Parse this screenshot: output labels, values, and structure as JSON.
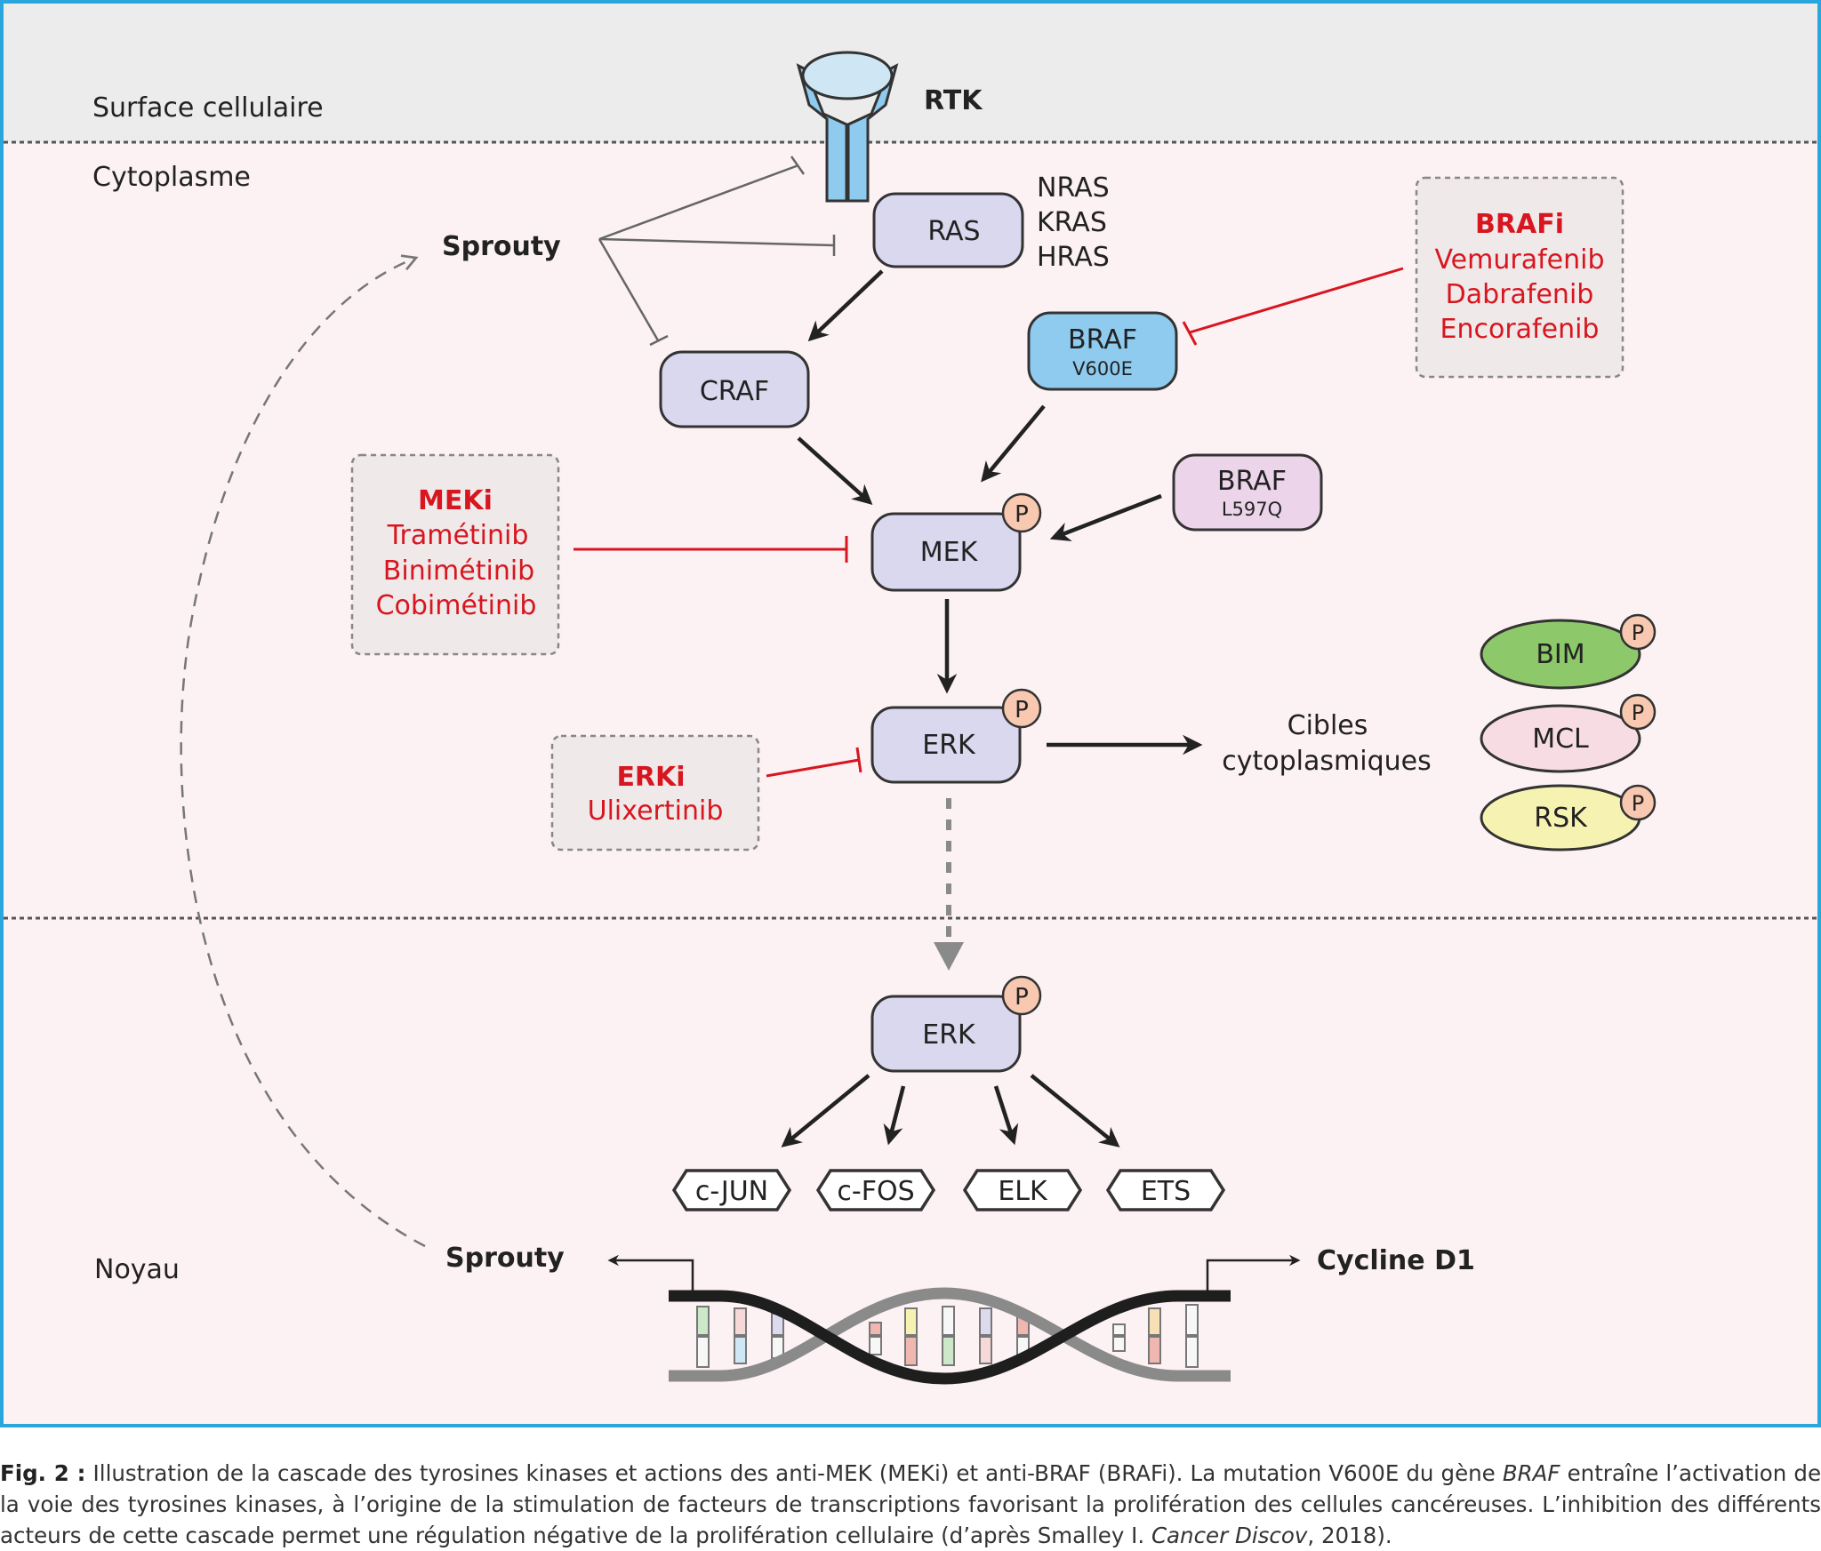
{
  "regions": {
    "surface": "Surface cellulaire",
    "cytoplasm": "Cytoplasme",
    "nucleus": "Noyau"
  },
  "receptor": {
    "label": "RTK"
  },
  "ras": {
    "label": "RAS",
    "isoforms": [
      "NRAS",
      "KRAS",
      "HRAS"
    ]
  },
  "sprouty_top": "Sprouty",
  "sprouty_bottom": "Sprouty",
  "craf": "CRAF",
  "braf_v600e": {
    "name": "BRAF",
    "mutation": "V600E"
  },
  "braf_l597q": {
    "name": "BRAF",
    "mutation": "L597Q"
  },
  "mek": "MEK",
  "erk_cyto": "ERK",
  "erk_nucleus": "ERK",
  "phospho": "P",
  "braf_inhibitors": {
    "title": "BRAFi",
    "drugs": [
      "Vemurafenib",
      "Dabrafenib",
      "Encorafenib"
    ]
  },
  "mek_inhibitors": {
    "title": "MEKi",
    "drugs": [
      "Tramétinib",
      "Binimétinib",
      "Cobimétinib"
    ]
  },
  "erk_inhibitors": {
    "title": "ERKi",
    "drugs": [
      "Ulixertinib"
    ]
  },
  "cytoplasmic_targets": {
    "line1": "Cibles",
    "line2": "cytoplasmiques"
  },
  "targets": [
    "BIM",
    "MCL",
    "RSK"
  ],
  "transcription_factors": [
    "c-JUN",
    "c-FOS",
    "ELK",
    "ETS"
  ],
  "cyclin": "Cycline D1",
  "colors": {
    "inhibitor_red": "#d7161f",
    "kinase_fill": "#d9d8ef",
    "braf_v600e_fill": "#8ecbef",
    "braf_l597q_fill": "#ecd4ea",
    "phospho_fill": "#f8c9b0",
    "bim_fill": "#8dc96a",
    "mcl_fill": "#f7dce4",
    "rsk_fill": "#f6f3b2",
    "frame_blue": "#2aa6dd",
    "cell_pink": "#fcf1f3",
    "surface_grey": "#ececec"
  },
  "caption": {
    "label": "Fig. 2 :",
    "part1": " Illustration de la cascade des tyrosines kinases et actions des anti-MEK (MEKi) et anti-BRAF (BRAFi). La mutation V600E du gène ",
    "gene": "BRAF",
    "part2": " entraîne l’activation de la voie des tyrosines kinases, à l’origine de la stimulation de facteurs de transcriptions favorisant la prolifération des cellules cancéreuses. L’inhibition des différents acteurs de cette cascade permet une régulation négative de la prolifération cellulaire (d’après Smalley I. ",
    "journal": "Cancer Discov",
    "part3": ", 2018)."
  }
}
